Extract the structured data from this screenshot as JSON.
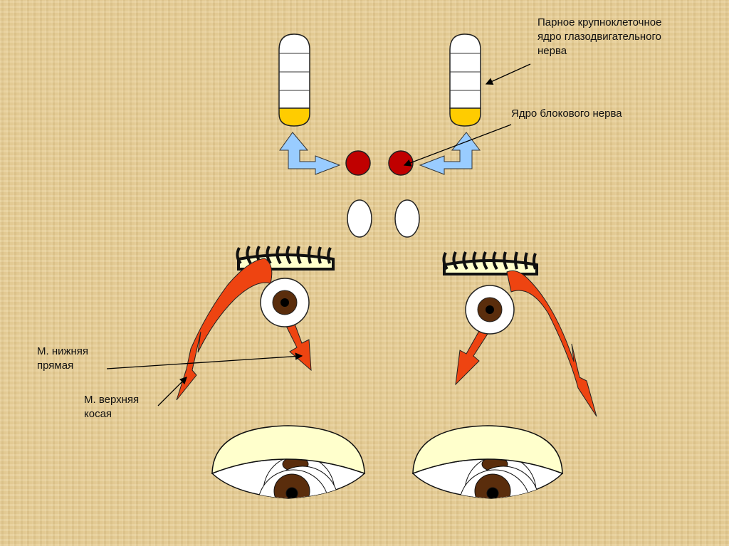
{
  "labels": {
    "oculomotor_nucleus": [
      "Парное крупноклеточное",
      "ядро глазодвигательного",
      "нерва"
    ],
    "trochlear_nucleus": "Ядро блокового нерва",
    "inferior_rectus": [
      "М. нижняя",
      "прямая"
    ],
    "superior_oblique": [
      "М. верхняя",
      "косая"
    ]
  },
  "colors": {
    "background": "#e6cc92",
    "nucleus_red": "#c00000",
    "capsule_yellow": "#ffcc00",
    "arrow_blue": "#99ccff",
    "muscle_red": "#ee4411",
    "iris_brown": "#5a2d0c",
    "lid_yellow": "#ffffcc"
  }
}
